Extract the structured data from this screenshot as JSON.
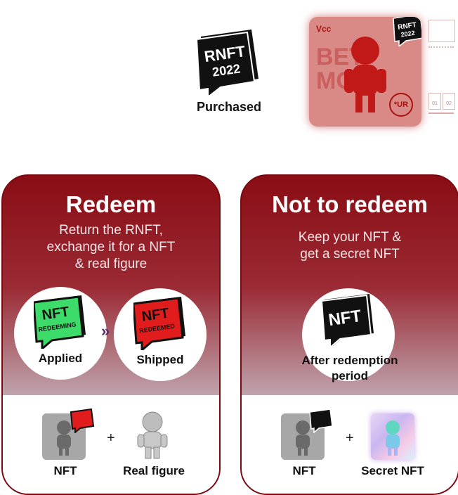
{
  "top": {
    "badge_lines": [
      "RNFT",
      "2022"
    ],
    "purchased_label": "Purchased"
  },
  "card": {
    "brand": "Vcc",
    "big_text": [
      "BET",
      "MO"
    ],
    "ur_mark": "*UR",
    "corner_badge_lines": [
      "RNFT",
      "2022"
    ],
    "doc_numbers": [
      "01",
      "02"
    ]
  },
  "redeem": {
    "title": "Redeem",
    "subtitle_lines": [
      "Return the RNFT,",
      "exchange it for a NFT",
      "& real figure"
    ],
    "step1_badge": [
      "NFT",
      "REDEEMING"
    ],
    "step1_label": "Applied",
    "arrow": "»",
    "step2_badge": [
      "NFT",
      "REDEEMED"
    ],
    "step2_label": "Shipped",
    "bottom_item1": "NFT",
    "plus": "+",
    "bottom_item2": "Real figure"
  },
  "not_redeem": {
    "title": "Not to redeem",
    "subtitle_lines": [
      "Keep your NFT &",
      "get a secret NFT"
    ],
    "badge": [
      "NFT"
    ],
    "label_lines": [
      "After redemption",
      "period"
    ],
    "bottom_item1": "NFT",
    "plus": "+",
    "bottom_item2": "Secret NFT"
  },
  "colors": {
    "panel_red": "#8a0d14",
    "redeeming_green": "#3ddc6a",
    "redeemed_red": "#e11c1c",
    "arrow_purple": "#5a2a6a"
  }
}
